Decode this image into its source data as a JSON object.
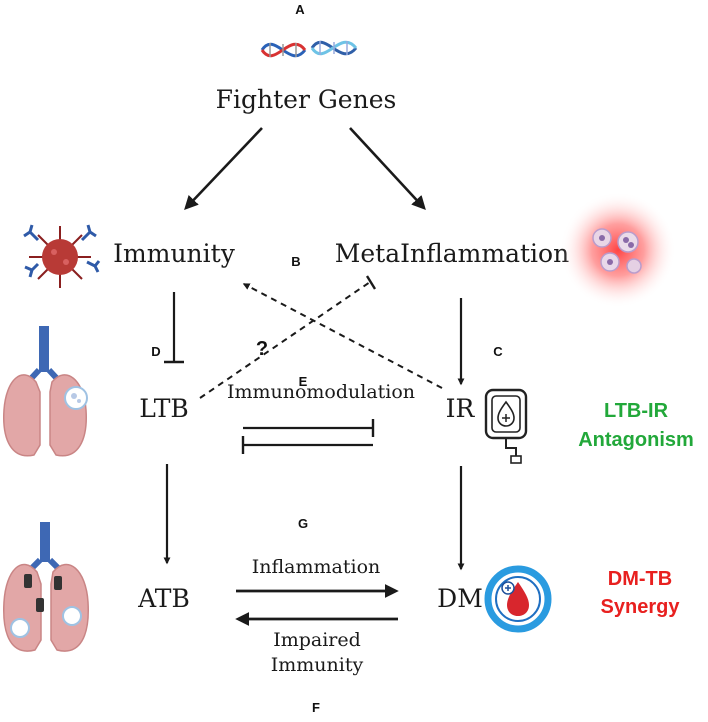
{
  "nodes": {
    "fighter_genes": "Fighter Genes",
    "immunity": "Immunity",
    "metainflammation": "MetaInflammation",
    "ltb": "LTB",
    "ir": "IR",
    "atb": "ATB",
    "dm": "DM"
  },
  "edge_labels": {
    "immunomodulation": "Immunomodulation",
    "inflammation": "Inflammation",
    "impaired_immunity_1": "Impaired",
    "impaired_immunity_2": "Immunity",
    "unknown": "?"
  },
  "panel_letters": {
    "a": "A",
    "b": "B",
    "c": "C",
    "d": "D",
    "e": "E",
    "f": "F",
    "g": "G"
  },
  "callouts": {
    "ltb_ir_line1": "LTB-IR",
    "ltb_ir_line2": "Antagonism",
    "dm_tb_line1": "DM-TB",
    "dm_tb_line2": "Synergy"
  },
  "icons": [
    "dna-icon",
    "virus-antibody-icon",
    "inflamed-cells-icon",
    "lungs-icon",
    "lungs-lesions-icon",
    "insulin-pump-icon",
    "blood-drop-icon"
  ],
  "colors": {
    "ltb_ir": "#22a83a",
    "dm_tb": "#e8201f",
    "arrow": "#1a1a1a"
  }
}
